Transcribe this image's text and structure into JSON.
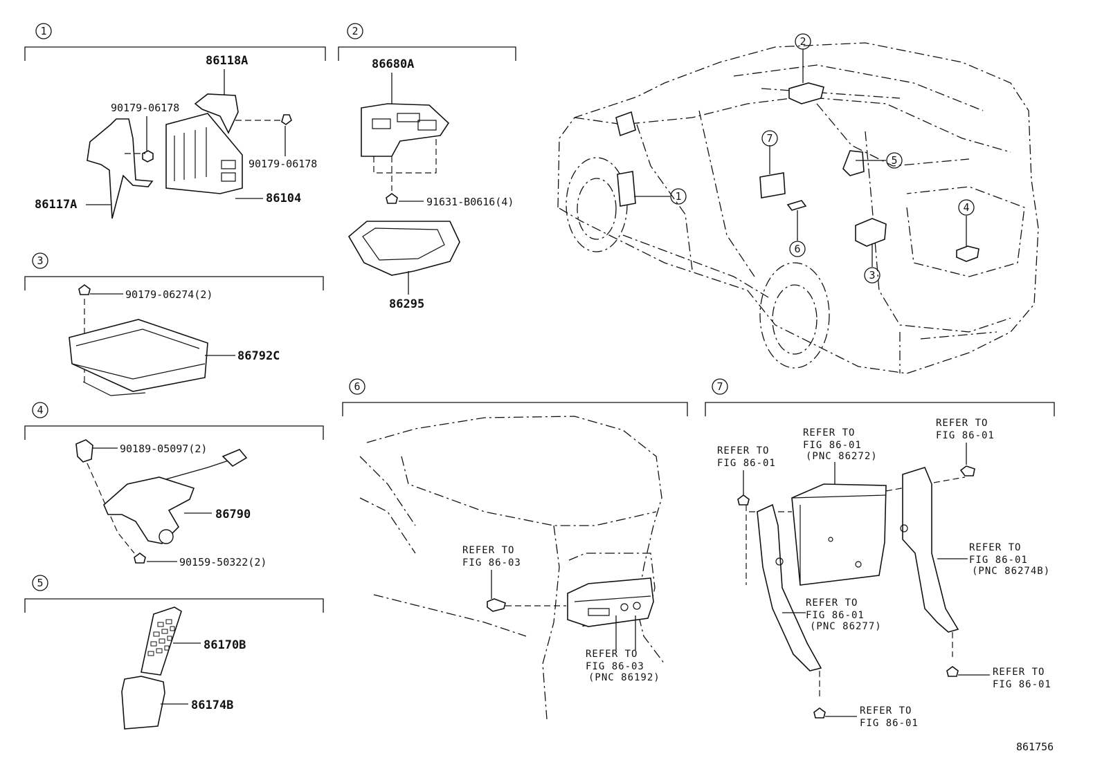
{
  "diagram_id": "861756",
  "callouts": [
    "1",
    "2",
    "3",
    "4",
    "5",
    "6",
    "7"
  ],
  "sec1": {
    "p_86118A": "86118A",
    "p_nut_a": "90179-06178",
    "p_nut_b": "90179-06178",
    "p_86117A": "86117A",
    "p_86104": "86104"
  },
  "sec2": {
    "p_86680A": "86680A",
    "p_screw": "91631-B0616(4)",
    "p_86295": "86295"
  },
  "sec3": {
    "p_nut": "90179-06274(2)",
    "p_86792C": "86792C"
  },
  "sec4": {
    "p_clip": "90189-05097(2)",
    "p_86790": "86790",
    "p_screw": "90159-50322(2)"
  },
  "sec5": {
    "p_86170B": "86170B",
    "p_86174B": "86174B"
  },
  "sec6": {
    "ref_a_1": "REFER TO",
    "ref_a_2": "FIG 86-03",
    "ref_b_1": "REFER TO",
    "ref_b_2": "FIG 86-03",
    "ref_b_3": "(PNC 86192)"
  },
  "sec7": {
    "ref_left_1": "REFER TO",
    "ref_left_2": "FIG 86-01",
    "ref_top_1": "REFER TO",
    "ref_top_2": "FIG 86-01",
    "ref_top_3": "(PNC 86272)",
    "ref_right_1": "REFER TO",
    "ref_right_2": "FIG 86-01",
    "ref_br_1": "REFER TO",
    "ref_br_2": "FIG 86-01",
    "ref_br_3": "(PNC 86274B)",
    "ref_mid_1": "REFER TO",
    "ref_mid_2": "FIG 86-01",
    "ref_mid_3": "(PNC 86277)",
    "ref_bot_r_1": "REFER TO",
    "ref_bot_r_2": "FIG 86-01",
    "ref_bot_1": "REFER TO",
    "ref_bot_2": "FIG 86-01"
  }
}
